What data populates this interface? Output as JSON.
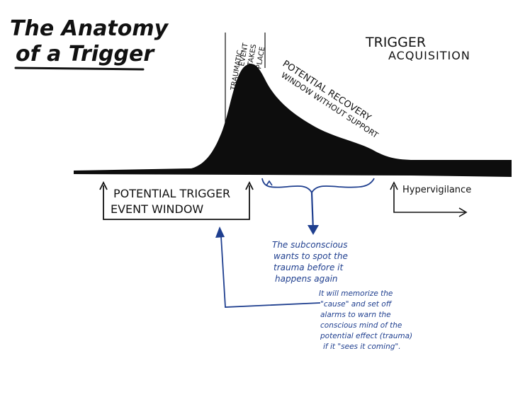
{
  "title": {
    "line1": "The Anatomy",
    "line2": "of a Trigger"
  },
  "section_label": {
    "line1": "TRIGGER",
    "line2": "ACQUISITION"
  },
  "event_label": {
    "line1": "TRAUMATIC",
    "line2": "EVENT",
    "line3": "TAKES",
    "line4": "PLACE"
  },
  "recovery_label": {
    "line1": "POTENTIAL RECOVERY",
    "line2": "WINDOW WITHOUT SUPPORT"
  },
  "trigger_window": {
    "line1": "POTENTIAL TRIGGER",
    "line2": "EVENT WINDOW"
  },
  "hypervigilance_label": "Hypervigilance",
  "subconscious_note": {
    "line1": "The subconscious",
    "line2": "wants to spot the",
    "line3": "trauma before it",
    "line4": "happens again"
  },
  "memorize_note": {
    "line1": "It will memorize the",
    "line2": "\"cause\" and set off",
    "line3": "alarms to warn the",
    "line4": "conscious mind of the",
    "line5": "potential effect (trauma)",
    "line6": "if it \"sees it coming\"."
  },
  "colors": {
    "ink": "#111111",
    "annotation_blue": "#1f3f8f",
    "background": "#ffffff"
  }
}
